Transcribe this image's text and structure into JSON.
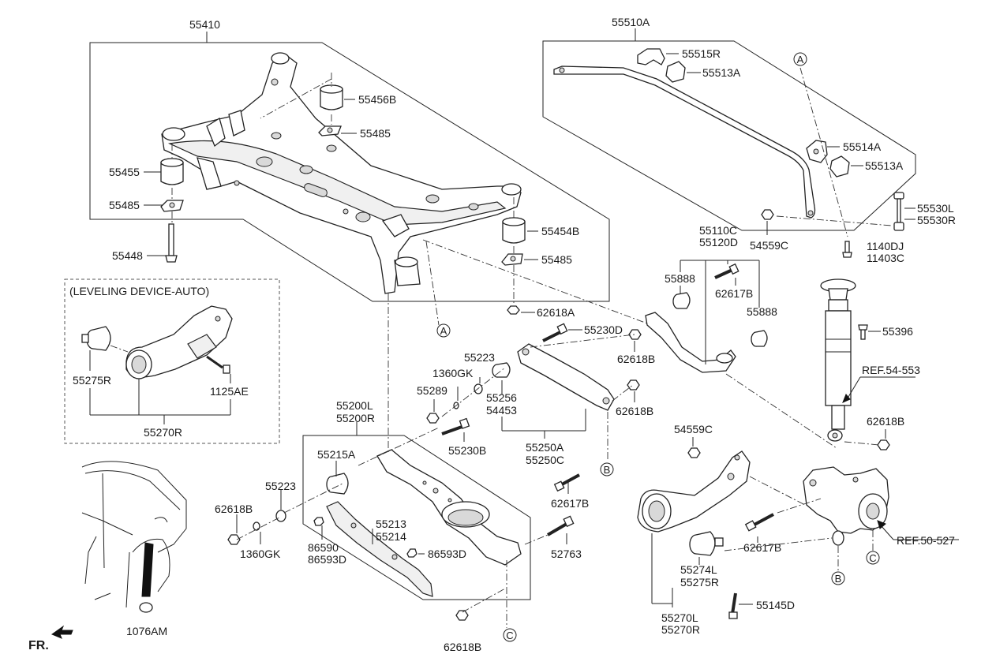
{
  "diagram": {
    "frame_labels": {
      "subframe": "55410",
      "stabilizer": "55510A",
      "lower_arm": "55200L\n55200R",
      "leveling_title": "(LEVELING DEVICE-AUTO)"
    },
    "labels": {
      "p55410": "55410",
      "p55456B": "55456B",
      "p55485_a": "55485",
      "p55455": "55455",
      "p55485_b": "55485",
      "p55448": "55448",
      "p55454B": "55454B",
      "p55485_c": "55485",
      "p62618A": "62618A",
      "p55510A": "55510A",
      "p55515R": "55515R",
      "p55513A_a": "55513A",
      "p55514A": "55514A",
      "p55513A_b": "55513A",
      "p55530L": "55530L",
      "p55530R": "55530R",
      "p54559C_a": "54559C",
      "p1140DJ": "1140DJ",
      "p11403C": "11403C",
      "p55110C": "55110C",
      "p55120D": "55120D",
      "p55888_a": "55888",
      "p62617B_a": "62617B",
      "p55888_b": "55888",
      "p55396": "55396",
      "p55230D": "55230D",
      "p62618B_a": "62618B",
      "p55223_a": "55223",
      "p1360GK_a": "1360GK",
      "p55289": "55289",
      "p55256": "55256",
      "p54453": "54453",
      "p62618B_b": "62618B",
      "p55230B": "55230B",
      "p55250A": "55250A",
      "p55250C": "55250C",
      "pREF54": "REF.54-553",
      "p62618B_c": "62618B",
      "p54559C_b": "54559C",
      "p55275R_a": "55275R",
      "p1125AE": "1125AE",
      "p55270R_a": "55270R",
      "p55200L": "55200L",
      "p55200R": "55200R",
      "p55215A": "55215A",
      "p55223_b": "55223",
      "p62618B_d": "62618B",
      "p1360GK_b": "1360GK",
      "p55213": "55213",
      "p55214": "55214",
      "p86590": "86590",
      "p86593D_a": "86593D",
      "p86593D_b": "86593D",
      "p62617B_b": "62617B",
      "p52763": "52763",
      "p62618B_e": "62618B",
      "p62617B_c": "62617B",
      "p55274L": "55274L",
      "p55275R_b": "55275R",
      "p55145D": "55145D",
      "p55270L": "55270L",
      "p55270R_b": "55270R",
      "pREF50": "REF.50-527",
      "p1076AM": "1076AM",
      "pFR": "FR."
    },
    "callouts": {
      "a1": "A",
      "a2": "A",
      "b1": "B",
      "b2": "B",
      "c1": "C",
      "c2": "C"
    }
  }
}
